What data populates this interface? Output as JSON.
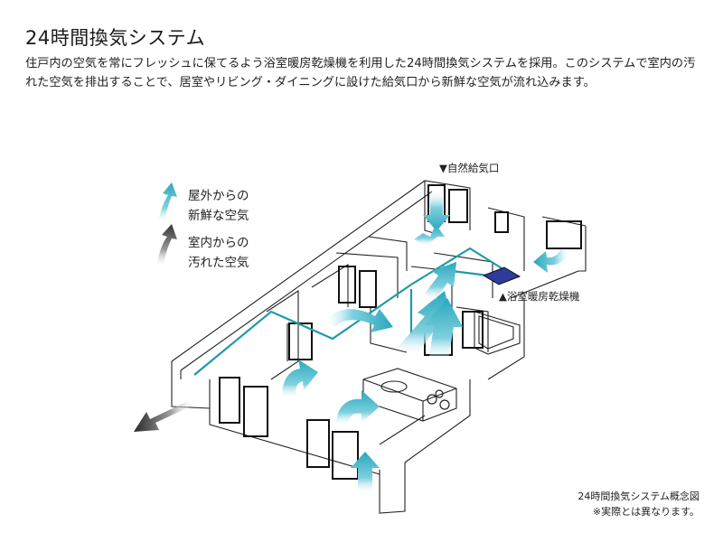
{
  "title": "24時間換気システム",
  "description": "住戸内の空気を常にフレッシュに保てるよう浴室暖房乾燥機を利用した24時間換気システムを採用。このシステムで室内の汚れた空気を排出することで、居室やリビング・ダイニングに設けた給気口から新鮮な空気が流れ込みます。",
  "legend": {
    "fresh_line1": "屋外からの",
    "fresh_line2": "新鮮な空気",
    "stale_line1": "室内からの",
    "stale_line2": "汚れた空気"
  },
  "labels": {
    "natural_intake": "▼自然給気口",
    "bath_dryer": "▲浴室暖房乾燥機"
  },
  "caption": {
    "line1": "24時間換気システム概念図",
    "line2": "※実際とは異なります。"
  },
  "colors": {
    "fresh_air": "#3cb4c8",
    "duct": "#1e9aa8",
    "stale_air": "#555555",
    "dryer": "#2e3a9c",
    "line": "#222222"
  },
  "icons": {
    "fresh": "fresh-air-arrow-icon",
    "stale": "stale-air-arrow-icon"
  }
}
